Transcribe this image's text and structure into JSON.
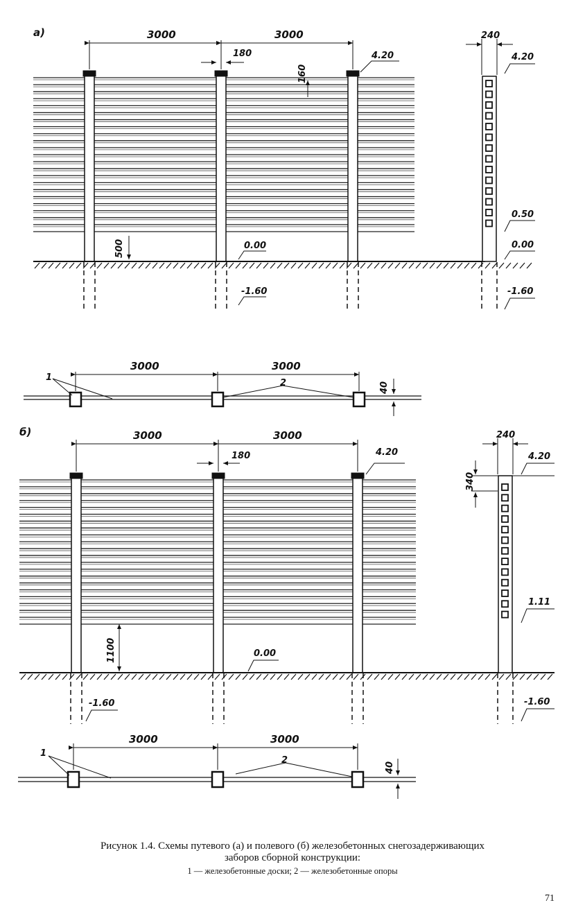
{
  "panels": {
    "a": {
      "label": "а)",
      "spans": [
        "3000",
        "3000"
      ],
      "post_width": "180",
      "board_height": "160",
      "top_mark": "4.20",
      "gap_bottom": "500",
      "ground_mark": "0.00",
      "depth_mark": "-1.60",
      "side": {
        "width": "240",
        "top": "4.20",
        "lower": "0.50",
        "ground": "0.00",
        "depth": "-1.60"
      },
      "plan": {
        "spans": [
          "3000",
          "3000"
        ],
        "thickness": "40",
        "label_boards": "1",
        "label_posts": "2"
      }
    },
    "b": {
      "label": "б)",
      "spans": [
        "3000",
        "3000"
      ],
      "post_width": "180",
      "top_mark": "4.20",
      "gap_bottom": "1100",
      "ground_mark": "0.00",
      "depth_mark": "-1.60",
      "side": {
        "width": "240",
        "cap": "340",
        "top": "4.20",
        "lower": "1.11",
        "depth": "-1.60"
      },
      "plan": {
        "spans": [
          "3000",
          "3000"
        ],
        "thickness": "40",
        "label_boards": "1",
        "label_posts": "2"
      }
    }
  },
  "caption": {
    "line1": "Рисунок 1.4. Схемы путевого (а) и полевого (б) железобетонных снегозадерживающих",
    "line2": "заборов сборной конструкции:",
    "legend": "1 — железобетонные доски; 2 — железобетонные опоры"
  },
  "page_number": "71"
}
